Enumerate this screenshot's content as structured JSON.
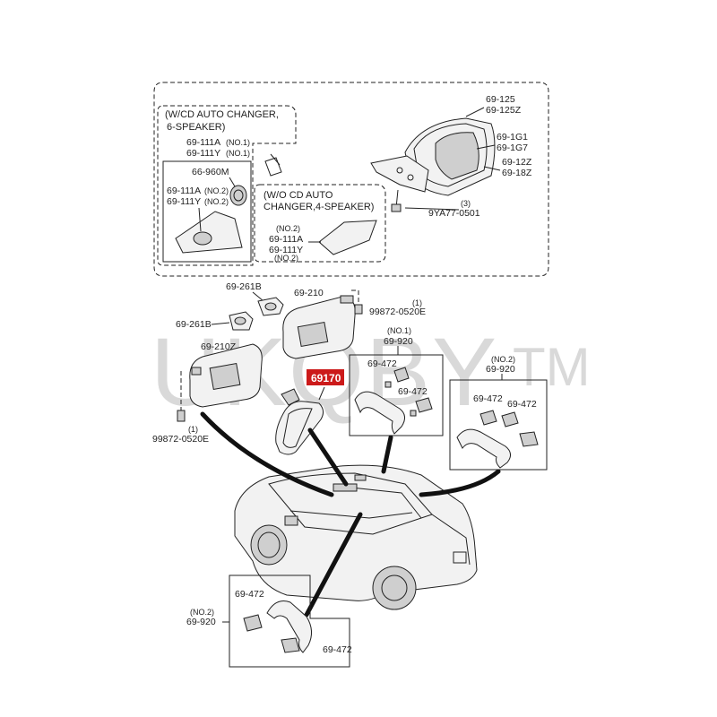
{
  "watermark": {
    "text": "UKQBY",
    "tm": "TM"
  },
  "highlight": {
    "part_number": "69170",
    "color": "#cc1a1a"
  },
  "mirror_section": {
    "cd_changer_note": "(W/CD AUTO  CHANGER,",
    "cd_changer_note2": "6-SPEAKER)",
    "cd_111a_no1": "69-111A",
    "cd_111a_no1_q": "(NO.1)",
    "cd_111y_no1": "69-111Y",
    "cd_111y_no1_q": "(NO.1)",
    "tweeter": "66-960M",
    "cd_111a_no2": "69-111A",
    "cd_111a_no2_q": "(NO.2)",
    "cd_111y_no2": "69-111Y",
    "cd_111y_no2_q": "(NO.2)",
    "no_cd_note": "(W/O CD AUTO",
    "no_cd_note2": "CHANGER,4-SPEAKER)",
    "nocd_no2_top": "(NO.2)",
    "nocd_111a": "69-111A",
    "nocd_111y": "69-111Y",
    "nocd_no2_bottom": "(NO.2)",
    "mirror_125": "69-125",
    "mirror_125z": "69-125Z",
    "glass_1g1": "69-1G1",
    "glass_1g7": "69-1G7",
    "cover_12z": "69-12Z",
    "cover_18z": "69-18Z",
    "bolt_qty": "(3)",
    "bolt": "9YA77-0501"
  },
  "visor_section": {
    "holder_261b_top": "69-261B",
    "holder_261b_left": "69-261B",
    "visor_210": "69-210",
    "screw_right_qty": "(1)",
    "screw_right": "99872-0520E",
    "visor_210z": "69-210Z",
    "screw_left_qty": "(1)",
    "screw_left": "99872-0520E"
  },
  "grip_no1": {
    "qty": "(NO.1)",
    "part": "69-920",
    "cap_a": "69-472",
    "cap_b": "69-472"
  },
  "grip_no2_right": {
    "qty": "(NO.2)",
    "part": "69-920",
    "cap_a": "69-472",
    "cap_b": "69-472"
  },
  "grip_no2_bottom": {
    "cap_a": "69-472",
    "qty": "(NO.2)",
    "part": "69-920",
    "cap_b": "69-472"
  }
}
